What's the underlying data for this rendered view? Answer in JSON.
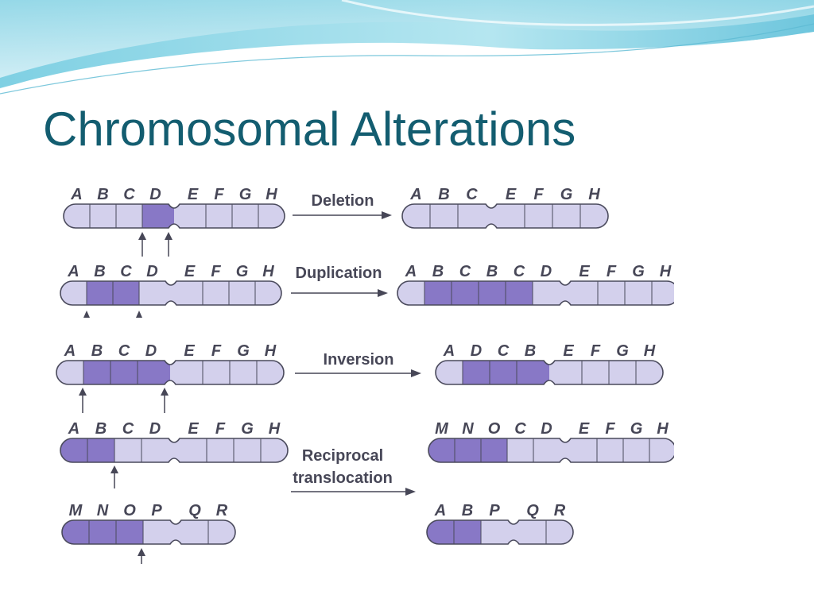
{
  "slide": {
    "title": "Chromosomal Alterations"
  },
  "colors": {
    "light_band": "#d3d0ec",
    "dark_band": "#8878c6",
    "outline": "#4a4a5c",
    "label": "#474757",
    "title": "#135d70"
  },
  "diagram": {
    "operations": {
      "deletion": "Deletion",
      "duplication": "Duplication",
      "inversion": "Inversion",
      "translocation_line1": "Reciprocal",
      "translocation_line2": "translocation"
    },
    "chromosomes": {
      "del_before": [
        {
          "l": "A",
          "s": "l"
        },
        {
          "l": "B",
          "s": "l"
        },
        {
          "l": "C",
          "s": "l"
        },
        {
          "l": "D",
          "s": "d"
        },
        {
          "l": "E",
          "s": "l"
        },
        {
          "l": "F",
          "s": "l"
        },
        {
          "l": "G",
          "s": "l"
        },
        {
          "l": "H",
          "s": "l"
        }
      ],
      "del_after": [
        {
          "l": "A",
          "s": "l"
        },
        {
          "l": "B",
          "s": "l"
        },
        {
          "l": "C",
          "s": "l"
        },
        {
          "l": "E",
          "s": "l"
        },
        {
          "l": "F",
          "s": "l"
        },
        {
          "l": "G",
          "s": "l"
        },
        {
          "l": "H",
          "s": "l"
        }
      ],
      "dup_before": [
        {
          "l": "A",
          "s": "l"
        },
        {
          "l": "B",
          "s": "d"
        },
        {
          "l": "C",
          "s": "d"
        },
        {
          "l": "D",
          "s": "l"
        },
        {
          "l": "E",
          "s": "l"
        },
        {
          "l": "F",
          "s": "l"
        },
        {
          "l": "G",
          "s": "l"
        },
        {
          "l": "H",
          "s": "l"
        }
      ],
      "dup_after": [
        {
          "l": "A",
          "s": "l"
        },
        {
          "l": "B",
          "s": "d"
        },
        {
          "l": "C",
          "s": "d"
        },
        {
          "l": "B",
          "s": "d"
        },
        {
          "l": "C",
          "s": "d"
        },
        {
          "l": "D",
          "s": "l"
        },
        {
          "l": "E",
          "s": "l"
        },
        {
          "l": "F",
          "s": "l"
        },
        {
          "l": "G",
          "s": "l"
        },
        {
          "l": "H",
          "s": "l"
        }
      ],
      "inv_before": [
        {
          "l": "A",
          "s": "l"
        },
        {
          "l": "B",
          "s": "d"
        },
        {
          "l": "C",
          "s": "d"
        },
        {
          "l": "D",
          "s": "d"
        },
        {
          "l": "E",
          "s": "l"
        },
        {
          "l": "F",
          "s": "l"
        },
        {
          "l": "G",
          "s": "l"
        },
        {
          "l": "H",
          "s": "l"
        }
      ],
      "inv_after": [
        {
          "l": "A",
          "s": "l"
        },
        {
          "l": "D",
          "s": "d"
        },
        {
          "l": "C",
          "s": "d"
        },
        {
          "l": "B",
          "s": "d"
        },
        {
          "l": "E",
          "s": "l"
        },
        {
          "l": "F",
          "s": "l"
        },
        {
          "l": "G",
          "s": "l"
        },
        {
          "l": "H",
          "s": "l"
        }
      ],
      "trans1_before": [
        {
          "l": "A",
          "s": "d"
        },
        {
          "l": "B",
          "s": "d"
        },
        {
          "l": "C",
          "s": "l"
        },
        {
          "l": "D",
          "s": "l"
        },
        {
          "l": "E",
          "s": "l"
        },
        {
          "l": "F",
          "s": "l"
        },
        {
          "l": "G",
          "s": "l"
        },
        {
          "l": "H",
          "s": "l"
        }
      ],
      "trans1_after": [
        {
          "l": "M",
          "s": "d"
        },
        {
          "l": "N",
          "s": "d"
        },
        {
          "l": "O",
          "s": "d"
        },
        {
          "l": "C",
          "s": "l"
        },
        {
          "l": "D",
          "s": "l"
        },
        {
          "l": "E",
          "s": "l"
        },
        {
          "l": "F",
          "s": "l"
        },
        {
          "l": "G",
          "s": "l"
        },
        {
          "l": "H",
          "s": "l"
        }
      ],
      "trans2_before": [
        {
          "l": "M",
          "s": "d"
        },
        {
          "l": "N",
          "s": "d"
        },
        {
          "l": "O",
          "s": "d"
        },
        {
          "l": "P",
          "s": "l"
        },
        {
          "l": "Q",
          "s": "l"
        },
        {
          "l": "R",
          "s": "l"
        }
      ],
      "trans2_after": [
        {
          "l": "A",
          "s": "d"
        },
        {
          "l": "B",
          "s": "d"
        },
        {
          "l": "P",
          "s": "l"
        },
        {
          "l": "Q",
          "s": "l"
        },
        {
          "l": "R",
          "s": "l"
        }
      ]
    }
  }
}
